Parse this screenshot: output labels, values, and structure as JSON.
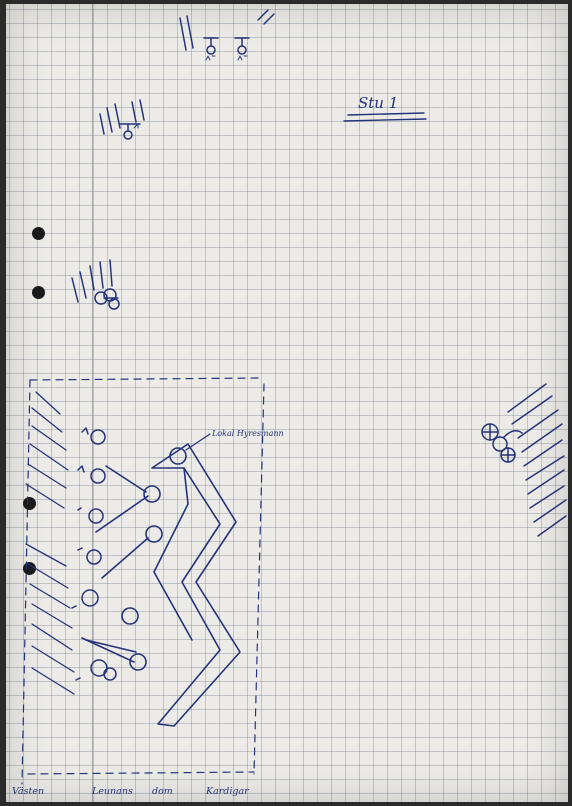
{
  "page": {
    "title": "Stu 1"
  },
  "annotations": {
    "callout": "Lokal Hyresmann"
  },
  "bottom_labels": [
    "Västen",
    "Leunans",
    "dom",
    "Kardigar"
  ],
  "ink_color": "#24337a"
}
